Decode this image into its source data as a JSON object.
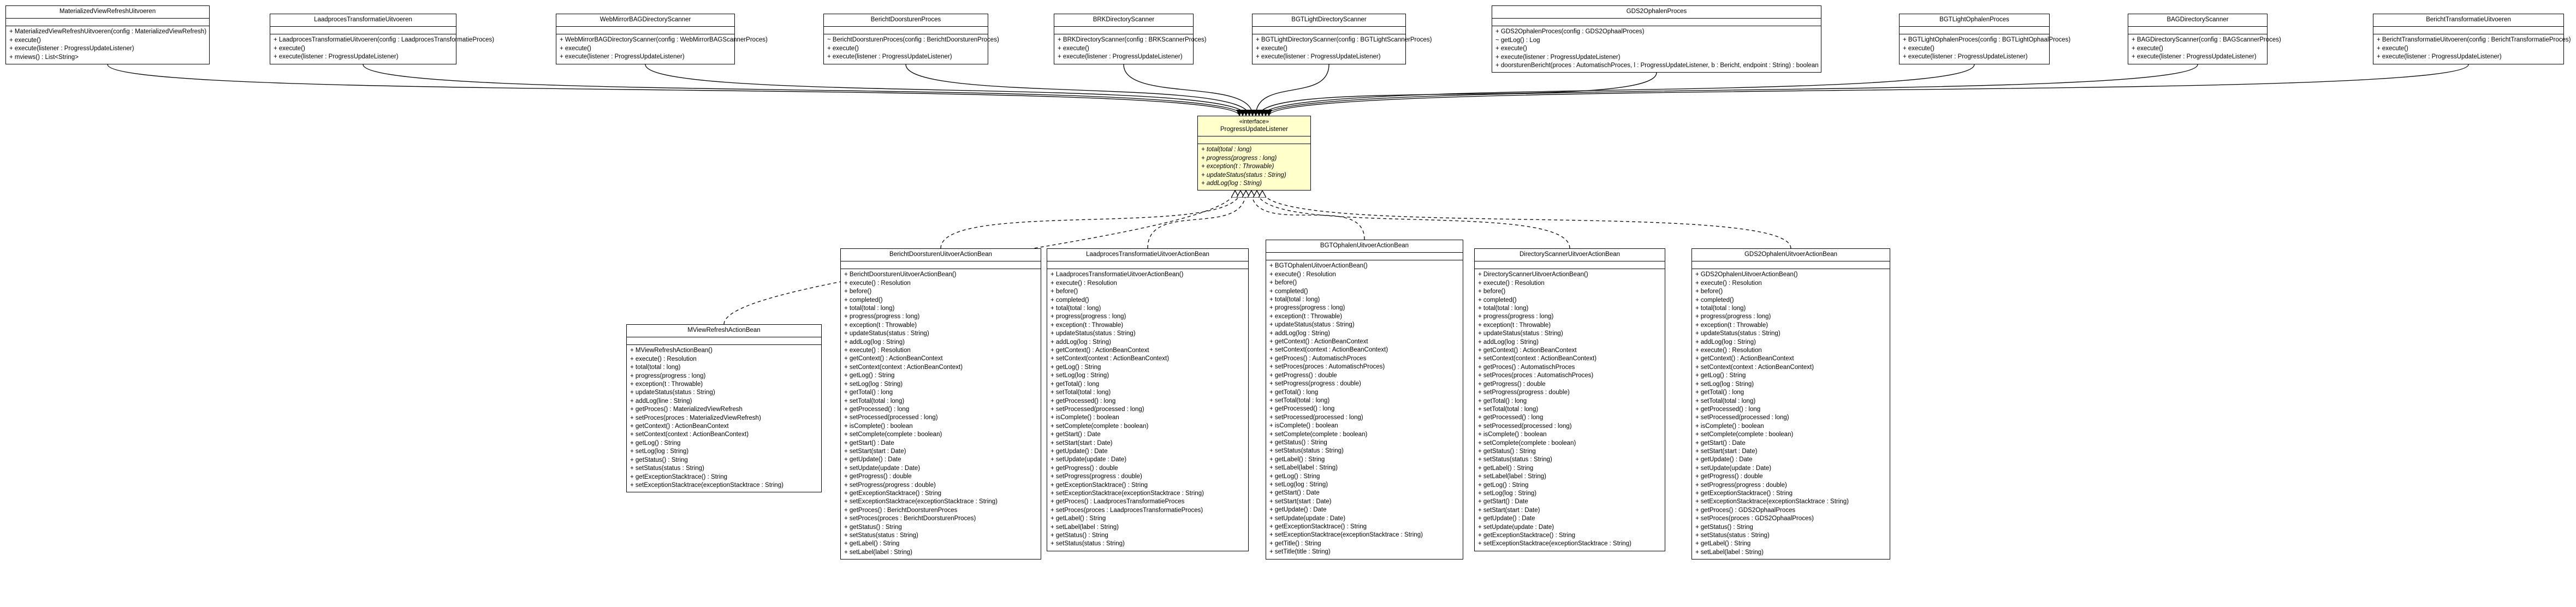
{
  "classes": [
    {
      "id": "c0",
      "name": "MaterializedViewRefreshUitvoeren",
      "stereotype": "",
      "fields": [],
      "methods": [
        "+ MaterializedViewRefreshUitvoeren(config : MaterializedViewRefresh)",
        "+ execute()",
        "+ execute(listener : ProgressUpdateListener)",
        "+ mviews() : List<String>"
      ]
    },
    {
      "id": "c1",
      "name": "LaadprocesTransformatieUitvoeren",
      "stereotype": "",
      "fields": [],
      "methods": [
        "+ LaadprocesTransformatieUitvoeren(config : LaadprocesTransformatieProces)",
        "+ execute()",
        "+ execute(listener : ProgressUpdateListener)"
      ]
    },
    {
      "id": "c2",
      "name": "WebMirrorBAGDirectoryScanner",
      "stereotype": "",
      "fields": [],
      "methods": [
        "+ WebMirrorBAGDirectoryScanner(config : WebMirrorBAGScannerProces)",
        "+ execute()",
        "+ execute(listener : ProgressUpdateListener)"
      ]
    },
    {
      "id": "c3",
      "name": "BerichtDoorsturenProces",
      "stereotype": "",
      "fields": [],
      "methods": [
        "~ BerichtDoorsturenProces(config : BerichtDoorsturenProces)",
        "+ execute()",
        "+ execute(listener : ProgressUpdateListener)"
      ]
    },
    {
      "id": "c4",
      "name": "BRKDirectoryScanner",
      "stereotype": "",
      "fields": [],
      "methods": [
        "+ BRKDirectoryScanner(config : BRKScannerProces)",
        "+ execute()",
        "+ execute(listener : ProgressUpdateListener)"
      ]
    },
    {
      "id": "c5",
      "name": "BGTLightDirectoryScanner",
      "stereotype": "",
      "fields": [],
      "methods": [
        "+ BGTLightDirectoryScanner(config : BGTLightScannerProces)",
        "+ execute()",
        "+ execute(listener : ProgressUpdateListener)"
      ]
    },
    {
      "id": "c6",
      "name": "GDS2OphalenProces",
      "stereotype": "",
      "fields": [],
      "methods": [
        "+ GDS2OphalenProces(config : GDS2OphaalProces)",
        "~ getLog() : Log",
        "+ execute()",
        "+ execute(listener : ProgressUpdateListener)",
        "+ doorsturenBericht(proces : AutomatischProces, l : ProgressUpdateListener, b : Bericht, endpoint : String) : boolean"
      ]
    },
    {
      "id": "c7",
      "name": "BGTLightOphalenProces",
      "stereotype": "",
      "fields": [],
      "methods": [
        "+ BGTLightOphalenProces(config : BGTLightOphaalProces)",
        "+ execute()",
        "+ execute(listener : ProgressUpdateListener)"
      ]
    },
    {
      "id": "c8",
      "name": "BAGDirectoryScanner",
      "stereotype": "",
      "fields": [],
      "methods": [
        "+ BAGDirectoryScanner(config : BAGScannerProces)",
        "+ execute()",
        "+ execute(listener : ProgressUpdateListener)"
      ]
    },
    {
      "id": "c9",
      "name": "BerichtTransformatieUitvoeren",
      "stereotype": "",
      "fields": [],
      "methods": [
        "+ BerichtTransformatieUitvoeren(config : BerichtTransformatieProces)",
        "+ execute()",
        "+ execute(listener : ProgressUpdateListener)"
      ]
    },
    {
      "id": "c10",
      "name": "ProgressUpdateListener",
      "stereotype": "«interface»",
      "fields": [],
      "methods": [
        "+ total(total : long)",
        "+ progress(progress : long)",
        "+ exception(t : Throwable)",
        "+ updateStatus(status : String)",
        "+ addLog(log : String)"
      ]
    },
    {
      "id": "c11",
      "name": "MViewRefreshActionBean",
      "stereotype": "",
      "fields": [],
      "methods": [
        "+ MViewRefreshActionBean()",
        "+ execute() : Resolution",
        "+ total(total : long)",
        "+ progress(progress : long)",
        "+ exception(t : Throwable)",
        "+ updateStatus(status : String)",
        "+ addLog(line : String)",
        "+ getProces() : MaterializedViewRefresh",
        "+ setProces(proces : MaterializedViewRefresh)",
        "+ getContext() : ActionBeanContext",
        "+ setContext(context : ActionBeanContext)",
        "+ getLog() : String",
        "+ setLog(log : String)",
        "+ getStatus() : String",
        "+ setStatus(status : String)",
        "+ getExceptionStacktrace() : String",
        "+ setExceptionStacktrace(exceptionStacktrace : String)"
      ]
    },
    {
      "id": "c12",
      "name": "BerichtDoorsturenUitvoerActionBean",
      "stereotype": "",
      "fields": [],
      "methods": [
        "+ BerichtDoorsturenUitvoerActionBean()",
        "+ execute() : Resolution",
        "+ before()",
        "+ completed()",
        "+ total(total : long)",
        "+ progress(progress : long)",
        "+ exception(t : Throwable)",
        "+ updateStatus(status : String)",
        "+ addLog(log : String)",
        "+ execute() : Resolution",
        "+ getContext() : ActionBeanContext",
        "+ setContext(context : ActionBeanContext)",
        "+ getLog() : String",
        "+ setLog(log : String)",
        "+ getTotal() : long",
        "+ setTotal(total : long)",
        "+ getProcessed() : long",
        "+ setProcessed(processed : long)",
        "+ isComplete() : boolean",
        "+ setComplete(complete : boolean)",
        "+ getStart() : Date",
        "+ setStart(start : Date)",
        "+ getUpdate() : Date",
        "+ setUpdate(update : Date)",
        "+ getProgress() : double",
        "+ setProgress(progress : double)",
        "+ getExceptionStacktrace() : String",
        "+ setExceptionStacktrace(exceptionStacktrace : String)",
        "+ getProces() : BerichtDoorsturenProces",
        "+ setProces(proces : BerichtDoorsturenProces)",
        "+ getStatus() : String",
        "+ setStatus(status : String)",
        "+ getLabel() : String",
        "+ setLabel(label : String)"
      ]
    },
    {
      "id": "c13",
      "name": "LaadprocesTransformatieUitvoerActionBean",
      "stereotype": "",
      "fields": [],
      "methods": [
        "+ LaadprocesTransformatieUitvoerActionBean()",
        "+ execute() : Resolution",
        "+ before()",
        "+ completed()",
        "+ total(total : long)",
        "+ progress(progress : long)",
        "+ exception(t : Throwable)",
        "+ updateStatus(status : String)",
        "+ addLog(log : String)",
        "+ getContext() : ActionBeanContext",
        "+ setContext(context : ActionBeanContext)",
        "+ getLog() : String",
        "+ setLog(log : String)",
        "+ getTotal() : long",
        "+ setTotal(total : long)",
        "+ getProcessed() : long",
        "+ setProcessed(processed : long)",
        "+ isComplete() : boolean",
        "+ setComplete(complete : boolean)",
        "+ getStart() : Date",
        "+ setStart(start : Date)",
        "+ getUpdate() : Date",
        "+ setUpdate(update : Date)",
        "+ getProgress() : double",
        "+ setProgress(progress : double)",
        "+ getExceptionStacktrace() : String",
        "+ setExceptionStacktrace(exceptionStacktrace : String)",
        "+ getProces() : LaadprocesTransformatieProces",
        "+ setProces(proces : LaadprocesTransformatieProces)",
        "+ getLabel() : String",
        "+ setLabel(label : String)",
        "+ getStatus() : String",
        "+ setStatus(status : String)"
      ]
    },
    {
      "id": "c14",
      "name": "BGTOphalenUitvoerActionBean",
      "stereotype": "",
      "fields": [],
      "methods": [
        "+ BGTOphalenUitvoerActionBean()",
        "+ execute() : Resolution",
        "+ before()",
        "+ completed()",
        "+ total(total : long)",
        "+ progress(progress : long)",
        "+ exception(t : Throwable)",
        "+ updateStatus(status : String)",
        "+ addLog(log : String)",
        "+ getContext() : ActionBeanContext",
        "+ setContext(context : ActionBeanContext)",
        "+ getProces() : AutomatischProces",
        "+ setProces(proces : AutomatischProces)",
        "+ getProgress() : double",
        "+ setProgress(progress : double)",
        "+ getTotal() : long",
        "+ setTotal(total : long)",
        "+ getProcessed() : long",
        "+ setProcessed(processed : long)",
        "+ isComplete() : boolean",
        "+ setComplete(complete : boolean)",
        "+ getStatus() : String",
        "+ setStatus(status : String)",
        "+ getLabel() : String",
        "+ setLabel(label : String)",
        "+ getLog() : String",
        "+ setLog(log : String)",
        "+ getStart() : Date",
        "+ setStart(start : Date)",
        "+ getUpdate() : Date",
        "+ setUpdate(update : Date)",
        "+ getExceptionStacktrace() : String",
        "+ setExceptionStacktrace(exceptionStacktrace : String)",
        "+ getTitle() : String",
        "+ setTitle(title : String)"
      ]
    },
    {
      "id": "c15",
      "name": "DirectoryScannerUitvoerActionBean",
      "stereotype": "",
      "fields": [],
      "methods": [
        "+ DirectoryScannerUitvoerActionBean()",
        "+ execute() : Resolution",
        "+ before()",
        "+ completed()",
        "+ total(total : long)",
        "+ progress(progress : long)",
        "+ exception(t : Throwable)",
        "+ updateStatus(status : String)",
        "+ addLog(log : String)",
        "+ getContext() : ActionBeanContext",
        "+ setContext(context : ActionBeanContext)",
        "+ getProces() : AutomatischProces",
        "+ setProces(proces : AutomatischProces)",
        "+ getProgress() : double",
        "+ setProgress(progress : double)",
        "+ getTotal() : long",
        "+ setTotal(total : long)",
        "+ getProcessed() : long",
        "+ setProcessed(processed : long)",
        "+ isComplete() : boolean",
        "+ setComplete(complete : boolean)",
        "+ getStatus() : String",
        "+ setStatus(status : String)",
        "+ getLabel() : String",
        "+ setLabel(label : String)",
        "+ getLog() : String",
        "+ setLog(log : String)",
        "+ getStart() : Date",
        "+ setStart(start : Date)",
        "+ getUpdate() : Date",
        "+ setUpdate(update : Date)",
        "+ getExceptionStacktrace() : String",
        "+ setExceptionStacktrace(exceptionStacktrace : String)"
      ]
    },
    {
      "id": "c16",
      "name": "GDS2OphalenUitvoerActionBean",
      "stereotype": "",
      "fields": [],
      "methods": [
        "+ GDS2OphalenUitvoerActionBean()",
        "+ execute() : Resolution",
        "+ before()",
        "+ completed()",
        "+ total(total : long)",
        "+ progress(progress : long)",
        "+ exception(t : Throwable)",
        "+ updateStatus(status : String)",
        "+ addLog(log : String)",
        "+ execute() : Resolution",
        "+ getContext() : ActionBeanContext",
        "+ setContext(context : ActionBeanContext)",
        "+ getLog() : String",
        "+ setLog(log : String)",
        "+ getTotal() : long",
        "+ setTotal(total : long)",
        "+ getProcessed() : long",
        "+ setProcessed(processed : long)",
        "+ isComplete() : boolean",
        "+ setComplete(complete : boolean)",
        "+ getStart() : Date",
        "+ setStart(start : Date)",
        "+ getUpdate() : Date",
        "+ setUpdate(update : Date)",
        "+ getProgress() : double",
        "+ setProgress(progress : double)",
        "+ getExceptionStacktrace() : String",
        "+ setExceptionStacktrace(exceptionStacktrace : String)",
        "+ getProces() : GDS2OphaalProces",
        "+ setProces(proces : GDS2OphaalProces)",
        "+ getStatus() : String",
        "+ setStatus(status : String)",
        "+ getLabel() : String",
        "+ setLabel(label : String)"
      ]
    }
  ],
  "relations": [
    {
      "from": "c0",
      "to": "c10",
      "kind": "uses"
    },
    {
      "from": "c1",
      "to": "c10",
      "kind": "uses"
    },
    {
      "from": "c2",
      "to": "c10",
      "kind": "uses"
    },
    {
      "from": "c3",
      "to": "c10",
      "kind": "uses"
    },
    {
      "from": "c4",
      "to": "c10",
      "kind": "uses"
    },
    {
      "from": "c5",
      "to": "c10",
      "kind": "uses"
    },
    {
      "from": "c6",
      "to": "c10",
      "kind": "uses"
    },
    {
      "from": "c7",
      "to": "c10",
      "kind": "uses"
    },
    {
      "from": "c8",
      "to": "c10",
      "kind": "uses"
    },
    {
      "from": "c9",
      "to": "c10",
      "kind": "uses"
    },
    {
      "from": "c11",
      "to": "c10",
      "kind": "implements"
    },
    {
      "from": "c12",
      "to": "c10",
      "kind": "implements"
    },
    {
      "from": "c13",
      "to": "c10",
      "kind": "implements"
    },
    {
      "from": "c14",
      "to": "c10",
      "kind": "implements"
    },
    {
      "from": "c15",
      "to": "c10",
      "kind": "implements"
    },
    {
      "from": "c16",
      "to": "c10",
      "kind": "implements"
    }
  ],
  "colors": {
    "interface_fill": "#ffffcc",
    "class_fill": "#ffffff",
    "line": "#000000",
    "background": "#ffffff"
  }
}
